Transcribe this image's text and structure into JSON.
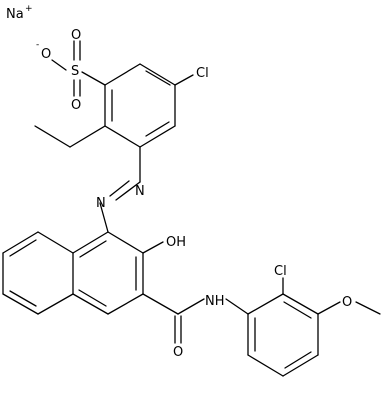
{
  "molecule": {
    "labels": {
      "sodium": "Na",
      "sodium_charge": "+",
      "oxide_charge": "-",
      "sulfonate_o1": "O",
      "sulfonate_s": "S",
      "sulfonate_o2": "O",
      "sulfonate_o3": "O",
      "chloro_top": "Cl",
      "azo_n1": "N",
      "azo_n2": "N",
      "hydroxy": "OH",
      "amide_nh": "NH",
      "amide_o": "O",
      "chloro_bottom": "Cl",
      "methoxy_o": "O"
    }
  }
}
